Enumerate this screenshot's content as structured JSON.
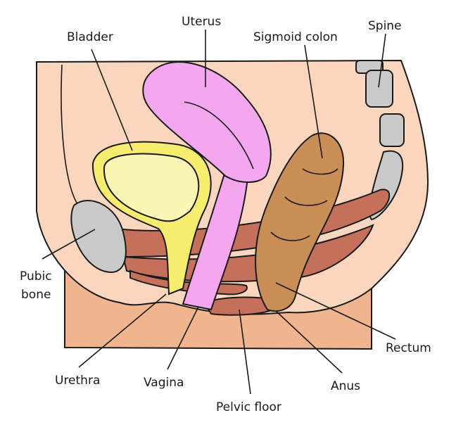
{
  "labels": {
    "bladder": "Bladder",
    "uterus": "Uterus",
    "sigmoid_colon": "Sigmoid colon",
    "spine": "Spine",
    "pubic_bone_line1": "Pubic",
    "pubic_bone_line2": "bone",
    "urethra": "Urethra",
    "vagina": "Vagina",
    "pelvic_floor": "Pelvic floor",
    "anus": "Anus",
    "rectum": "Rectum"
  },
  "colors": {
    "skin": "#fad6be",
    "skin_dark": "#f0b58f",
    "bladder": "#f6ec6e",
    "bladder_inner": "#fcf6b4",
    "uterus": "#f4a6ee",
    "colon": "#c98e56",
    "bone": "#c9c9c9",
    "muscle": "#c4705a"
  }
}
